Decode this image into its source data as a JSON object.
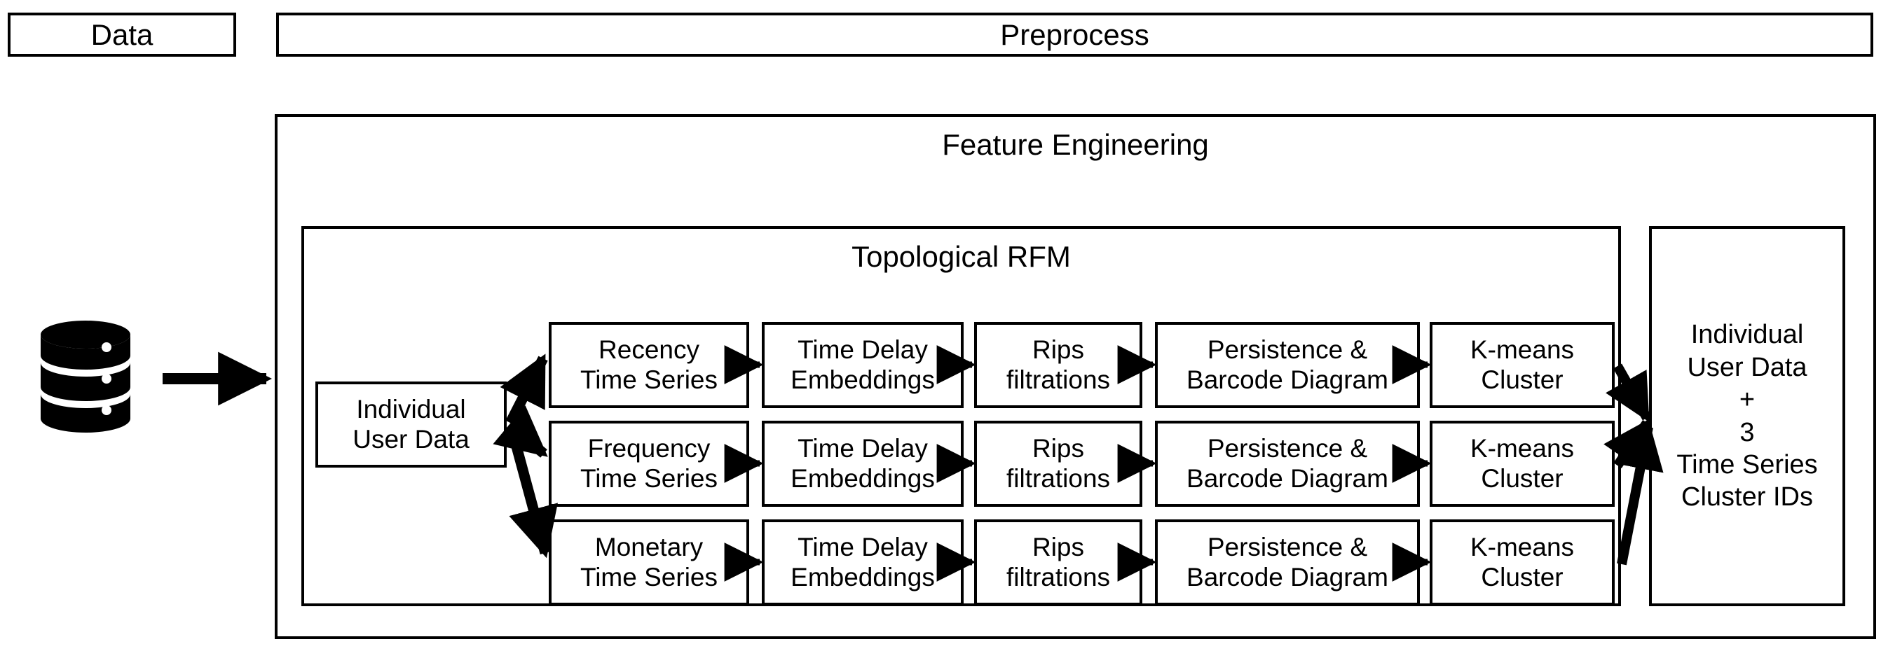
{
  "diagram": {
    "title": "Topological RFM feature engineering pipeline",
    "headers": [
      {
        "name": "data",
        "label": "Data"
      },
      {
        "name": "preprocess",
        "label": "Preprocess"
      }
    ],
    "groups": [
      {
        "name": "feature-engineering",
        "label": "Feature Engineering"
      },
      {
        "name": "topological-rfm",
        "label": "Topological RFM"
      }
    ],
    "source_icon": "database-cylinder-icon",
    "input_box": {
      "label": "Individual\nUser Data"
    },
    "rows": [
      {
        "name": "recency",
        "stages": [
          {
            "name": "time-series",
            "label": "Recency\nTime Series"
          },
          {
            "name": "time-delay-embeddings",
            "label": "Time Delay\nEmbeddings"
          },
          {
            "name": "rips-filtrations",
            "label": "Rips\nfiltrations"
          },
          {
            "name": "persistence-barcode-diagram",
            "label": "Persistence &\nBarcode Diagram"
          },
          {
            "name": "k-means-cluster",
            "label": "K-means\nCluster"
          }
        ]
      },
      {
        "name": "frequency",
        "stages": [
          {
            "name": "time-series",
            "label": "Frequency\nTime Series"
          },
          {
            "name": "time-delay-embeddings",
            "label": "Time Delay\nEmbeddings"
          },
          {
            "name": "rips-filtrations",
            "label": "Rips\nfiltrations"
          },
          {
            "name": "persistence-barcode-diagram",
            "label": "Persistence &\nBarcode Diagram"
          },
          {
            "name": "k-means-cluster",
            "label": "K-means\nCluster"
          }
        ]
      },
      {
        "name": "monetary",
        "stages": [
          {
            "name": "time-series",
            "label": "Monetary\nTime Series"
          },
          {
            "name": "time-delay-embeddings",
            "label": "Time Delay\nEmbeddings"
          },
          {
            "name": "rips-filtrations",
            "label": "Rips\nfiltrations"
          },
          {
            "name": "persistence-barcode-diagram",
            "label": "Persistence &\nBarcode Diagram"
          },
          {
            "name": "k-means-cluster",
            "label": "K-means\nCluster"
          }
        ]
      }
    ],
    "output_box": {
      "label": "Individual\nUser Data\n+\n3\nTime Series\nCluster IDs"
    },
    "colors": {
      "stroke": "#000000",
      "background": "#ffffff"
    }
  }
}
